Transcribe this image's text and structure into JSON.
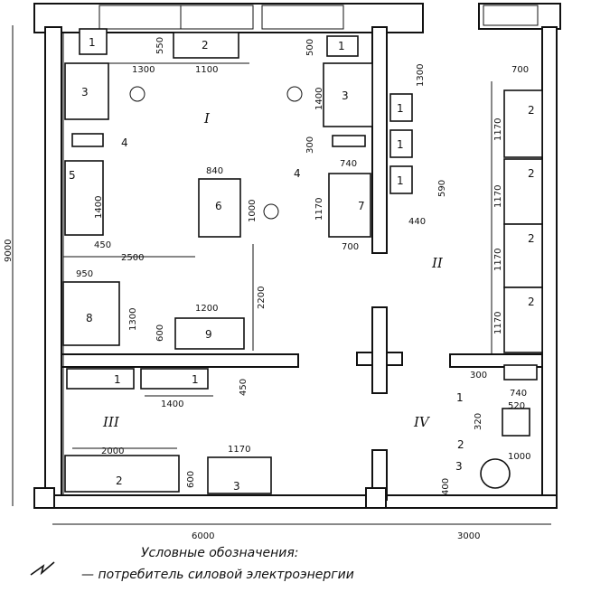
{
  "rooms": {
    "r1": "I",
    "r2": "II",
    "r3": "III",
    "r4": "IV"
  },
  "equipment": {
    "n1": "1",
    "n2": "2",
    "n3": "3",
    "n4": "4",
    "n5": "5",
    "n6": "6",
    "n7": "7",
    "n8": "8",
    "n9": "9"
  },
  "dims": {
    "overall_height": "9000",
    "overall_width_left": "6000",
    "overall_width_right": "3000",
    "d550": "550",
    "d1300a": "1300",
    "d1100": "1100",
    "d500": "500",
    "d1300b": "1300",
    "d1400a": "1400",
    "d300a": "300",
    "d740": "740",
    "d590": "590",
    "d1170a": "1170",
    "d440": "440",
    "d700a": "700",
    "d700b": "700",
    "d840": "840",
    "d1000a": "1000",
    "d1400b": "1400",
    "d450a": "450",
    "d2500": "2500",
    "d950": "950",
    "d1300c": "1300",
    "d2200": "2200",
    "d1200": "1200",
    "d600a": "600",
    "d1400c": "1400",
    "d450b": "450",
    "d2000": "2000",
    "d600b": "600",
    "d1170b": "1170",
    "d1170c": "1170",
    "d1170d": "1170",
    "d1170e": "1170",
    "d1170f": "1170",
    "d300b": "300",
    "d740b": "740",
    "d320": "320",
    "d520": "520",
    "d1000b": "1000",
    "d400": "400"
  },
  "legend": {
    "title": "Условные обозначения:",
    "item": "— потребитель силовой электроэнергии"
  }
}
